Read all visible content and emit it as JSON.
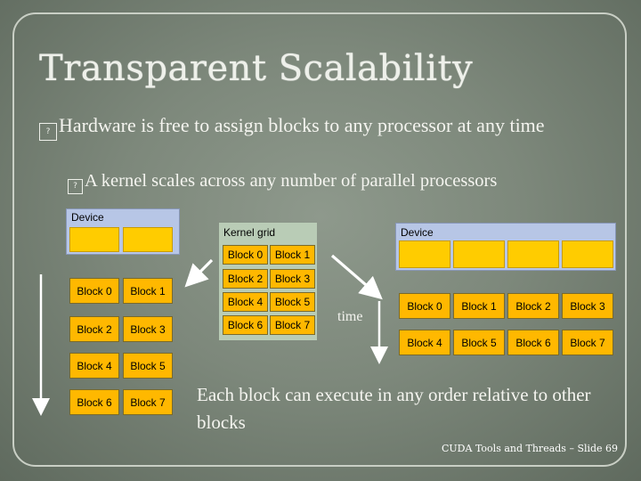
{
  "slide": {
    "title": "Transparent Scalability",
    "bullet_main": "Hardware is free to assign blocks to any processor at any time",
    "bullet_sub": "A kernel scales across any number of parallel processors",
    "caption": "Each block can execute in any order relative to other blocks",
    "footer": "CUDA Tools and Threads – Slide 69",
    "bullet_glyph": "?"
  },
  "left_device": {
    "label": "Device",
    "blocks": [
      "Block 0",
      "Block 1",
      "Block 2",
      "Block 3",
      "Block 4",
      "Block 5",
      "Block 6",
      "Block 7"
    ]
  },
  "kernel_grid": {
    "label": "Kernel grid",
    "blocks": [
      "Block 0",
      "Block 1",
      "Block 2",
      "Block 3",
      "Block 4",
      "Block 5",
      "Block 6",
      "Block 7"
    ]
  },
  "right_device": {
    "label": "Device",
    "blocks": [
      "Block 0",
      "Block 1",
      "Block 2",
      "Block 3",
      "Block 4",
      "Block 5",
      "Block 6",
      "Block 7"
    ]
  },
  "time_label": "time",
  "colors": {
    "block": "#ffb800",
    "device": "#b7c6e6",
    "processor_slot": "#ffcc00",
    "grid_area": "#b9ccb6",
    "arrow": "#ffffff"
  }
}
